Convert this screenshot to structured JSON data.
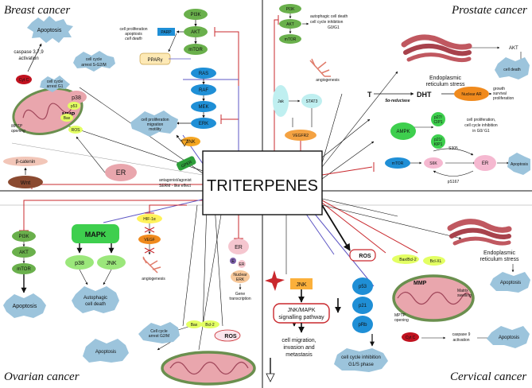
{
  "titles": {
    "breast": "Breast cancer",
    "prostate": "Prostate cancer",
    "ovarian": "Ovarian cancer",
    "cervical": "Cervical cancer",
    "center": "TRITERPENES"
  },
  "breast": {
    "apoptosis": "Apoptosis",
    "caspase_1": "caspase 3,7,9",
    "caspase_2": "activation",
    "cytc": "Cyt C",
    "arrest_g1_1": "cell cycle",
    "arrest_g1_2": "arrest G1",
    "mmp": "MMP",
    "mptp_1": "MPTP",
    "mptp_2": "opening",
    "p38": "p38",
    "p53": "p53",
    "bax": "Bax",
    "ros": "ROS",
    "arrest_s_1": "cell cycle",
    "arrest_s_2": "arrest S-G2/M",
    "pparg": "PPARγ",
    "parp": "PARP",
    "pi3k": "PI3K",
    "akt": "AKT",
    "mtor": "mTOR",
    "prolif_1": "cell proliferation",
    "prolif_2": "apoptosis",
    "prolif_3": "cell death",
    "ras": "RAS",
    "raf": "RAF",
    "mek": "MEK",
    "erk": "ERK",
    "jnk": "JNK",
    "migr_1": "cell proliferation",
    "migr_2": "migration",
    "migr_3": "motility",
    "beta_catenin": "β-catenin",
    "wnt": "Wnt",
    "er": "ER",
    "gper": "GPER",
    "serm_1": "antagonist/agonist",
    "serm_2": "SERM - like effect"
  },
  "prostate": {
    "pi3k": "PI3K",
    "akt": "AKT",
    "mtor": "mTOR",
    "auto_1": "autophagic cell death",
    "auto_2": "cell cycle inhibition",
    "auto_3": "G0/G1",
    "er_stress_1": "Endoplasmic",
    "er_stress_2": "reticulum stress",
    "akt2": "AKT",
    "cell_death": "cell death",
    "angiogenesis": "angiogenesis",
    "jak": "Jak",
    "stat3": "STAT3",
    "vegfr2": "VEGFR2",
    "t": "T",
    "reductase": "5α-reductase",
    "dht": "DHT",
    "nuclear_ar": "Nuclear AR",
    "growth": "growth",
    "survival": "survival",
    "proliferation": "proliferation",
    "ampk": "AMPK",
    "p27": "p27/",
    "cip1": "CIP1",
    "p21": "p21/",
    "kip1": "KIP1",
    "g0g1_1": "cell proliferation,",
    "g0g1_2": "cell cycle inhibition",
    "g0g1_3": "in G0/ G1",
    "mtor2": "mTOR",
    "s6k": "S6K",
    "s167": "pS167",
    "s305": "S305",
    "er": "ER",
    "apoptosis": "Apoptosis"
  },
  "ovarian": {
    "pi3k": "PI3K",
    "akt": "AKT",
    "mtor": "mTOR",
    "apoptosis": "Apoptosis",
    "mapk": "MAPK",
    "p38": "p38",
    "jnk": "JNK",
    "auto_1": "Autophagic",
    "auto_2": "cell death",
    "hif": "HIF-1α",
    "vegf": "VEGF",
    "angiogenesis": "angiogenesis",
    "er": "ER",
    "e": "E",
    "er_small": "ER",
    "nuclear_1": "Nuclear",
    "nuclear_2": "ERK",
    "gene_1": "Gene",
    "gene_2": "transcription",
    "bax": "Bax",
    "bcl2": "Bcl-2",
    "ros": "ROS",
    "arrest_1": "Cell cycle",
    "arrest_2": "arrest G2/M",
    "apoptosis2": "Apoptosis"
  },
  "cervical": {
    "ros": "ROS",
    "bax_bcl2": "Bax/Bcl-2",
    "bclxl": "Bcl-XL",
    "er_stress_1": "Endoplasmic",
    "er_stress_2": "reticulum stress",
    "apoptosis_er": "Apoptosis",
    "mmp": "MMP",
    "matrix_1": "Matrix",
    "matrix_2": "swelling",
    "mptp_1": "MPTP",
    "mptp_2": "opening",
    "cytc": "Cyt C",
    "caspase_1": "caspase 9",
    "caspase_2": "activation",
    "apoptosis": "Apoptosis",
    "jnk": "JNK",
    "jnk_path_1": "JNK/MAPK",
    "jnk_path_2": "signalling pathway",
    "migr_1": "cell migration,",
    "migr_2": "invasion and",
    "migr_3": "metastasis",
    "p53": "p53",
    "p21": "p21",
    "prb": "pRb",
    "inhib_1": "cell cycle inhibition",
    "inhib_2": "G1/S phase"
  },
  "colors": {
    "red_line": "#c9282d",
    "blue_line": "#5e57c4",
    "green_node": "#6ab04c",
    "blue_node": "#1f8fd6",
    "cloud": "#9cc4dc",
    "pink": "#e9a6ad"
  }
}
